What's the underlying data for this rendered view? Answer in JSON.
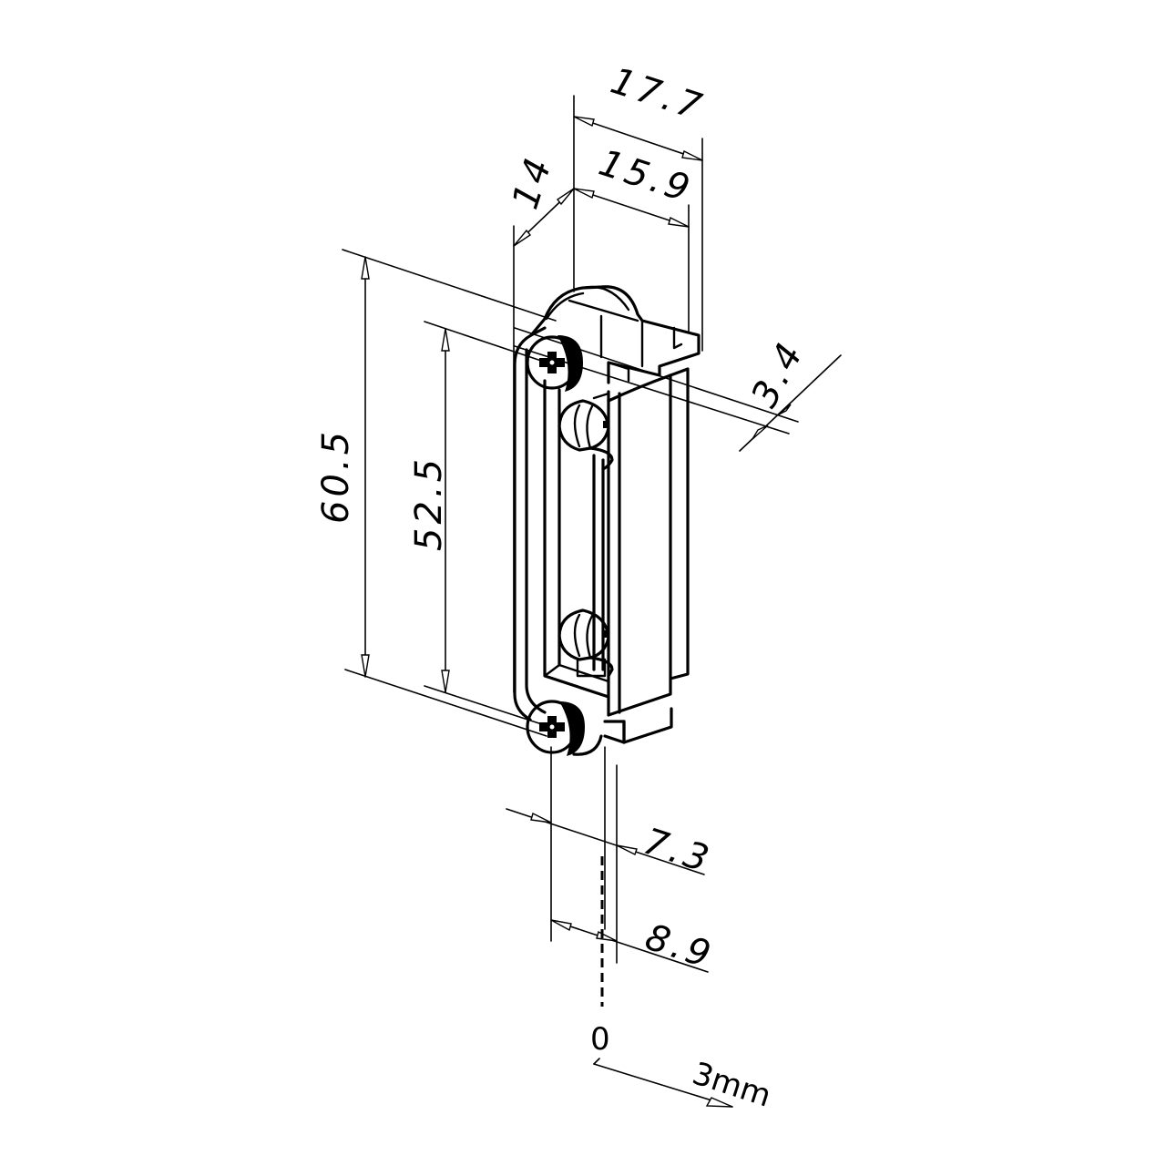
{
  "drawing": {
    "title": "Electric strike technical drawing",
    "dimensions": {
      "width_outer": "17.7",
      "width_inner": "15.9",
      "depth": "14",
      "lip": "3.4",
      "height_total": "60.5",
      "height_screws": "52.5",
      "offset_a": "7.3",
      "offset_b": "8.9"
    },
    "adjustment": {
      "zero_label": "0",
      "range_label": "3mm"
    }
  }
}
